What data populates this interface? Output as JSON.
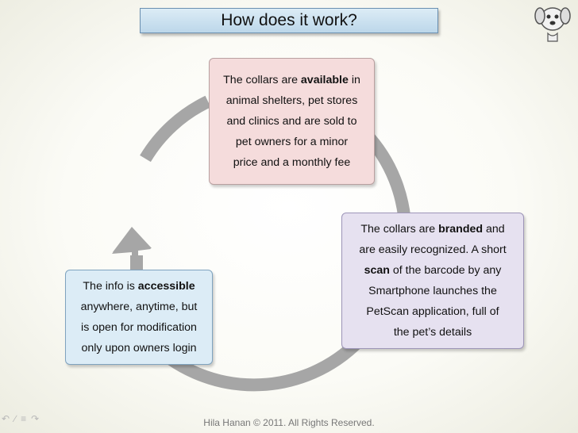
{
  "title": "How does it work?",
  "boxes": {
    "top": {
      "lines": [
        [
          "The collars are ",
          "available",
          " in"
        ],
        [
          "animal shelters, pet stores",
          "",
          ""
        ],
        [
          "and clinics and are sold to",
          "",
          ""
        ],
        [
          "pet owners for a minor",
          "",
          ""
        ],
        [
          "price and a monthly fee",
          "",
          ""
        ]
      ]
    },
    "right": {
      "lines": [
        [
          "The collars are ",
          "branded",
          " and"
        ],
        [
          "are easily recognized. A short",
          "",
          ""
        ],
        [
          "",
          "scan",
          " of the barcode by any"
        ],
        [
          "Smartphone launches the",
          "",
          ""
        ],
        [
          "PetScan application, full of",
          "",
          ""
        ],
        [
          "the pet’s details",
          "",
          ""
        ]
      ]
    },
    "left": {
      "lines": [
        [
          "The info is ",
          "accessible",
          ""
        ],
        [
          "anywhere, anytime, but",
          "",
          ""
        ],
        [
          "is open for modification",
          "",
          ""
        ],
        [
          "only upon owners login",
          "",
          ""
        ]
      ]
    }
  },
  "footer": "Hila Hanan © 2011. All Rights Reserved.",
  "colors": {
    "title_fill": "#bcd7ea",
    "top_box_fill": "#f5dcdc",
    "right_box_fill": "#e6e1f0",
    "left_box_fill": "#dcecf6",
    "cycle_arrow": "#a6a6a6"
  },
  "icons": [
    "dog-logo-icon",
    "prev-slide-icon",
    "pen-icon",
    "menu-icon",
    "next-slide-icon"
  ]
}
